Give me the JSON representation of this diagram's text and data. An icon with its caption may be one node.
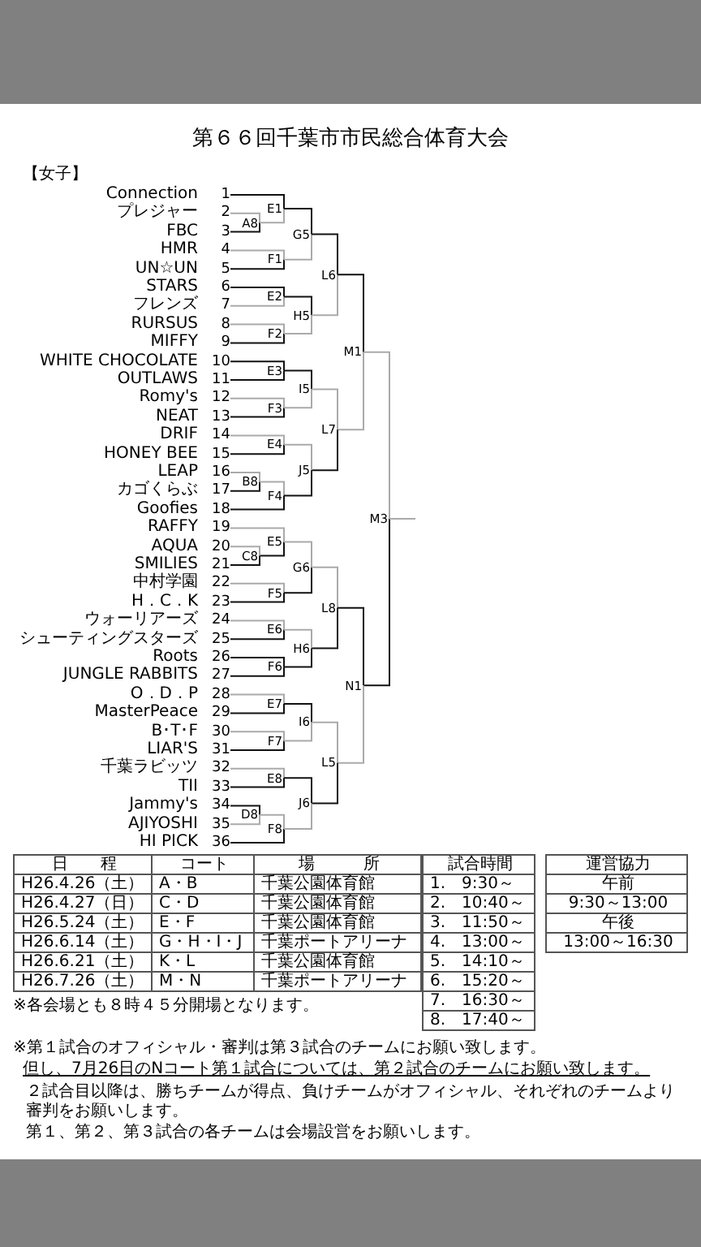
{
  "diagram": {
    "title": "第６６回千葉市市民総合体育大会",
    "nodes": [
      {
        "text": [
          "Connection"
        ],
        "beside": [
          "1"
        ]
      },
      {
        "text": [
          "プレジャー"
        ],
        "beside": [
          "2"
        ]
      },
      {
        "text": [
          "FBC"
        ],
        "beside": [
          "3"
        ]
      },
      {
        "text": [
          "HMR"
        ],
        "beside": [
          "4"
        ]
      },
      {
        "text": [
          "UN☆UN"
        ],
        "beside": [
          "5"
        ]
      },
      {
        "text": [
          "STARS"
        ],
        "beside": [
          "6"
        ]
      },
      {
        "text": [
          "フレンズ"
        ],
        "beside": [
          "7"
        ]
      },
      {
        "text": [
          "RURSUS"
        ],
        "beside": [
          "8"
        ]
      },
      {
        "text": [
          "MIFFY"
        ],
        "beside": [
          "9"
        ]
      },
      {
        "text": [
          "WHITE CHOCOLATE"
        ],
        "beside": [
          "10"
        ]
      },
      {
        "text": [
          "OUTLAWS"
        ],
        "beside": [
          "11"
        ]
      },
      {
        "text": [
          "Romy's"
        ],
        "beside": [
          "12"
        ]
      },
      {
        "text": [
          "NEAT"
        ],
        "beside": [
          "13"
        ]
      },
      {
        "text": [
          "DRIF"
        ],
        "beside": [
          "14"
        ]
      },
      {
        "text": [
          "HONEY BEE"
        ],
        "beside": [
          "15"
        ]
      },
      {
        "text": [
          "LEAP"
        ],
        "beside": [
          "16"
        ]
      },
      {
        "text": [
          "カゴくらぶ"
        ],
        "beside": [
          "17"
        ]
      },
      {
        "text": [
          "Goofies"
        ],
        "beside": [
          "18"
        ]
      },
      {
        "text": [
          "RAFFY"
        ],
        "beside": [
          "19"
        ]
      },
      {
        "text": [
          "AQUA"
        ],
        "beside": [
          "20"
        ]
      },
      {
        "text": [
          "SMILIES"
        ],
        "beside": [
          "21"
        ]
      },
      {
        "text": [
          "中村学園"
        ],
        "beside": [
          "22"
        ]
      },
      {
        "text": [
          "H．C．K"
        ],
        "beside": [
          "23"
        ]
      },
      {
        "text": [
          "ウォーリアーズ"
        ],
        "beside": [
          "24"
        ]
      },
      {
        "text": [
          "シューティングスターズ"
        ],
        "beside": [
          "25"
        ]
      },
      {
        "text": [
          "Roots"
        ],
        "beside": [
          "26"
        ]
      },
      {
        "text": [
          "JUNGLE RABBITS"
        ],
        "beside": [
          "27"
        ]
      },
      {
        "text": [
          "O．D．P"
        ],
        "beside": [
          "28"
        ]
      },
      {
        "text": [
          "MasterPeace"
        ],
        "beside": [
          "29"
        ]
      },
      {
        "text": [
          "B･T･F"
        ],
        "beside": [
          "30"
        ]
      },
      {
        "text": [
          "LIAR'S"
        ],
        "beside": [
          "31"
        ]
      },
      {
        "text": [
          "千葉ラビッツ"
        ],
        "beside": [
          "32"
        ]
      },
      {
        "text": [
          "TII"
        ],
        "beside": [
          "33"
        ]
      },
      {
        "text": [
          "Jammy's"
        ],
        "beside": [
          "34"
        ]
      },
      {
        "text": [
          "AJIYOSHI"
        ],
        "beside": [
          "35"
        ]
      },
      {
        "text": [
          "HI PICK"
        ],
        "beside": [
          "36"
        ]
      },
      {
        "text": [
          "A8"
        ]
      },
      {
        "text": [
          "E1"
        ]
      },
      {
        "text": [
          "F1"
        ]
      },
      {
        "text": [
          "G5"
        ]
      },
      {
        "text": [
          "E2"
        ]
      },
      {
        "text": [
          "F2"
        ]
      },
      {
        "text": [
          "H5"
        ]
      },
      {
        "text": [
          "L6"
        ]
      },
      {
        "text": [
          "M1"
        ]
      },
      {
        "text": [
          "E3"
        ]
      },
      {
        "text": [
          "F3"
        ]
      },
      {
        "text": [
          "I5"
        ]
      },
      {
        "text": [
          "L7"
        ]
      },
      {
        "text": [
          "E4"
        ]
      },
      {
        "text": [
          "B8"
        ]
      },
      {
        "text": [
          "F4"
        ]
      },
      {
        "text": [
          "J5"
        ]
      },
      {
        "text": [
          "M3"
        ]
      },
      {
        "text": [
          "E5"
        ]
      },
      {
        "text": [
          "C8"
        ]
      },
      {
        "text": [
          "F5"
        ]
      },
      {
        "text": [
          "G6"
        ]
      },
      {
        "text": [
          "L8"
        ]
      },
      {
        "text": [
          "E6"
        ]
      },
      {
        "text": [
          "F6"
        ]
      },
      {
        "text": [
          "H6"
        ]
      },
      {
        "text": [
          "N1"
        ]
      },
      {
        "text": [
          "E7"
        ]
      },
      {
        "text": [
          "F7"
        ]
      },
      {
        "text": [
          "I6"
        ]
      },
      {
        "text": [
          "L5"
        ]
      },
      {
        "text": [
          "E8"
        ]
      },
      {
        "text": [
          "D8"
        ]
      },
      {
        "text": [
          "F8"
        ]
      },
      {
        "text": [
          "J6"
        ]
      }
    ],
    "edges": [
      {
        "from": 0,
        "to": 37,
        "arrow": "none"
      },
      {
        "from": 1,
        "to": 36,
        "arrow": "none",
        "color": "#aaaaaa"
      },
      {
        "from": 2,
        "to": 36,
        "arrow": "none"
      },
      {
        "from": 36,
        "to": 37,
        "arrow": "none",
        "color": "#aaaaaa"
      },
      {
        "from": 3,
        "to": 38,
        "arrow": "none",
        "color": "#aaaaaa"
      },
      {
        "from": 4,
        "to": 38,
        "arrow": "none"
      },
      {
        "from": 37,
        "to": 39,
        "arrow": "none"
      },
      {
        "from": 38,
        "to": 39,
        "arrow": "none",
        "color": "#aaaaaa"
      },
      {
        "from": 5,
        "to": 40,
        "arrow": "none"
      },
      {
        "from": 6,
        "to": 40,
        "arrow": "none",
        "color": "#aaaaaa"
      },
      {
        "from": 7,
        "to": 41,
        "arrow": "none",
        "color": "#aaaaaa"
      },
      {
        "from": 8,
        "to": 41,
        "arrow": "none"
      },
      {
        "from": 40,
        "to": 42,
        "arrow": "none"
      },
      {
        "from": 41,
        "to": 42,
        "arrow": "none",
        "color": "#aaaaaa"
      },
      {
        "from": 39,
        "to": 43,
        "arrow": "none"
      },
      {
        "from": 42,
        "to": 43,
        "arrow": "none",
        "color": "#aaaaaa"
      },
      {
        "from": 43,
        "to": 44,
        "arrow": "none"
      },
      {
        "from": 48,
        "to": 44,
        "arrow": "none",
        "color": "#aaaaaa"
      },
      {
        "from": 9,
        "to": 45,
        "arrow": "none"
      },
      {
        "from": 10,
        "to": 45,
        "arrow": "none"
      },
      {
        "from": 11,
        "to": 46,
        "arrow": "none",
        "color": "#aaaaaa"
      },
      {
        "from": 12,
        "to": 46,
        "arrow": "none"
      },
      {
        "from": 45,
        "to": 47,
        "arrow": "none"
      },
      {
        "from": 46,
        "to": 47,
        "arrow": "none",
        "color": "#aaaaaa"
      },
      {
        "from": 47,
        "to": 48,
        "arrow": "none",
        "color": "#aaaaaa"
      },
      {
        "from": 52,
        "to": 48,
        "arrow": "none"
      },
      {
        "from": 13,
        "to": 49,
        "arrow": "none",
        "color": "#aaaaaa"
      },
      {
        "from": 14,
        "to": 49,
        "arrow": "none"
      },
      {
        "from": 15,
        "to": 50,
        "arrow": "none",
        "color": "#aaaaaa"
      },
      {
        "from": 16,
        "to": 50,
        "arrow": "none"
      },
      {
        "from": 50,
        "to": 51,
        "arrow": "none",
        "color": "#aaaaaa"
      },
      {
        "from": 17,
        "to": 51,
        "arrow": "none"
      },
      {
        "from": 49,
        "to": 52,
        "arrow": "none",
        "color": "#aaaaaa"
      },
      {
        "from": 51,
        "to": 52,
        "arrow": "none"
      },
      {
        "from": 44,
        "to": 53,
        "arrow": "none",
        "color": "#aaaaaa"
      },
      {
        "from": 62,
        "to": 53,
        "arrow": "none"
      },
      {
        "from": 53,
        "to": null,
        "arrow": "none",
        "color": "#aaaaaa"
      },
      {
        "from": 18,
        "to": 54,
        "arrow": "none",
        "color": "#aaaaaa"
      },
      {
        "from": 55,
        "to": 54,
        "arrow": "none"
      },
      {
        "from": 19,
        "to": 55,
        "arrow": "none",
        "color": "#aaaaaa"
      },
      {
        "from": 20,
        "to": 55,
        "arrow": "none"
      },
      {
        "from": 21,
        "to": 56,
        "arrow": "none",
        "color": "#aaaaaa"
      },
      {
        "from": 22,
        "to": 56,
        "arrow": "none"
      },
      {
        "from": 54,
        "to": 57,
        "arrow": "none",
        "color": "#aaaaaa"
      },
      {
        "from": 56,
        "to": 57,
        "arrow": "none"
      },
      {
        "from": 57,
        "to": 58,
        "arrow": "none",
        "color": "#aaaaaa"
      },
      {
        "from": 61,
        "to": 58,
        "arrow": "none"
      },
      {
        "from": 23,
        "to": 59,
        "arrow": "none",
        "color": "#aaaaaa"
      },
      {
        "from": 24,
        "to": 59,
        "arrow": "none"
      },
      {
        "from": 25,
        "to": 60,
        "arrow": "none"
      },
      {
        "from": 26,
        "to": 60,
        "arrow": "none"
      },
      {
        "from": 59,
        "to": 61,
        "arrow": "none",
        "color": "#aaaaaa"
      },
      {
        "from": 60,
        "to": 61,
        "arrow": "none"
      },
      {
        "from": 58,
        "to": 62,
        "arrow": "none"
      },
      {
        "from": 66,
        "to": 62,
        "arrow": "none",
        "color": "#aaaaaa"
      },
      {
        "from": 27,
        "to": 63,
        "arrow": "none",
        "color": "#aaaaaa"
      },
      {
        "from": 28,
        "to": 63,
        "arrow": "none"
      },
      {
        "from": 29,
        "to": 64,
        "arrow": "none",
        "color": "#aaaaaa"
      },
      {
        "from": 30,
        "to": 64,
        "arrow": "none"
      },
      {
        "from": 63,
        "to": 65,
        "arrow": "none"
      },
      {
        "from": 64,
        "to": 65,
        "arrow": "none",
        "color": "#aaaaaa"
      },
      {
        "from": 65,
        "to": 66,
        "arrow": "none",
        "color": "#aaaaaa"
      },
      {
        "from": 70,
        "to": 66,
        "arrow": "none"
      },
      {
        "from": 31,
        "to": 67,
        "arrow": "none",
        "color": "#aaaaaa"
      },
      {
        "from": 32,
        "to": 67,
        "arrow": "none"
      },
      {
        "from": 33,
        "to": 68,
        "arrow": "none"
      },
      {
        "from": 34,
        "to": 68,
        "arrow": "none",
        "color": "#aaaaaa"
      },
      {
        "from": 68,
        "to": 69,
        "arrow": "none",
        "color": "#aaaaaa"
      },
      {
        "from": 35,
        "to": 69,
        "arrow": "none"
      },
      {
        "from": 67,
        "to": 70,
        "arrow": "none"
      },
      {
        "from": 69,
        "to": 70,
        "arrow": "none",
        "color": "#aaaaaa"
      }
    ],
    "labels": [
      "【女子】",
      "日　　程",
      "コート",
      "場　　　所",
      "H26.4.26（土）",
      "A・B",
      "千葉公園体育館",
      "H26.4.27（日）",
      "C・D",
      "千葉公園体育館",
      "H26.5.24（土）",
      "E・F",
      "千葉公園体育館",
      "H26.6.14（土）",
      "G・H・I・J",
      "千葉ポートアリーナ",
      "H26.6.21（土）",
      "K・L",
      "千葉公園体育館",
      "H26.7.26（土）",
      "M・N",
      "千葉ポートアリーナ",
      "※各会場とも８時４５分開場となります。",
      "試合時間",
      "1.　9:30～",
      "2.　10:40～",
      "3.　11:50～",
      "4.　13:00～",
      "5.　14:10～",
      "6.　15:20～",
      "7.　16:30～",
      "8.　17:40～",
      "運営協力",
      "午前",
      "9:30～13:00",
      "午後",
      "13:00～16:30",
      "※第１試合のオフィシャル・審判は第３試合のチームにお願い致します。",
      "但し、7月26日のNコート第１試合については、第２試合のチームにお願い致します。",
      "２試合目以降は、勝ちチームが得点、負けチームがオフィシャル、それぞれのチームより審判をお願いします。",
      "第１、第２、第３試合の各チームは会場設営をお願いします。"
    ]
  }
}
